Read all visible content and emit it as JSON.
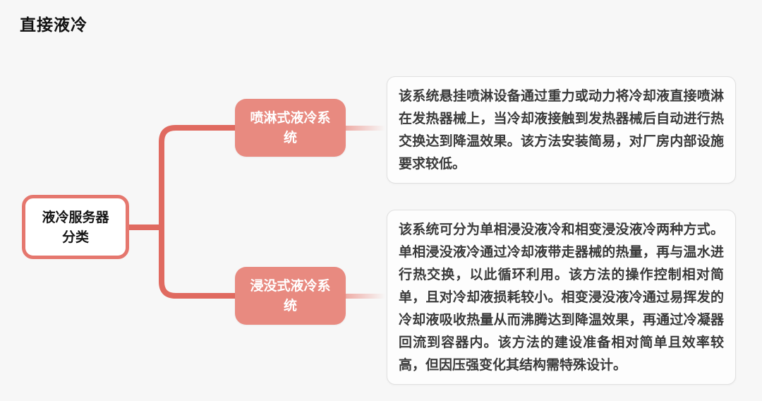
{
  "page": {
    "title": "直接液冷",
    "background_color": "#f7f7f7",
    "accent_color": "#e06a60",
    "branch_fill_color": "#e88a80",
    "root_border_color": "#e5776e",
    "text_color": "#3a3a3a"
  },
  "diagram": {
    "type": "mindmap",
    "root": {
      "label": "液冷服务器分类"
    },
    "branches": [
      {
        "label": "喷淋式液冷系统",
        "description": "该系统悬挂喷淋设备通过重力或动力将冷却液直接喷淋在发热器械上，当冷却液接触到发热器械后自动进行热交换达到降温效果。该方法安装简易，对厂房内部设施要求较低。"
      },
      {
        "label": "浸没式液冷系统",
        "description": "该系统可分为单相浸没液冷和相变浸没液冷两种方式。单相浸没液冷通过冷却液带走器械的热量，再与温水进行热交换，以此循环利用。该方法的操作控制相对简单，且对冷却液损耗较小。相变浸没液冷通过易挥发的冷却液吸收热量从而沸腾达到降温效果，再通过冷凝器回流到容器内。该方法的建设准备相对简单且效率较高，但因压强变化其结构需特殊设计。"
      }
    ]
  }
}
